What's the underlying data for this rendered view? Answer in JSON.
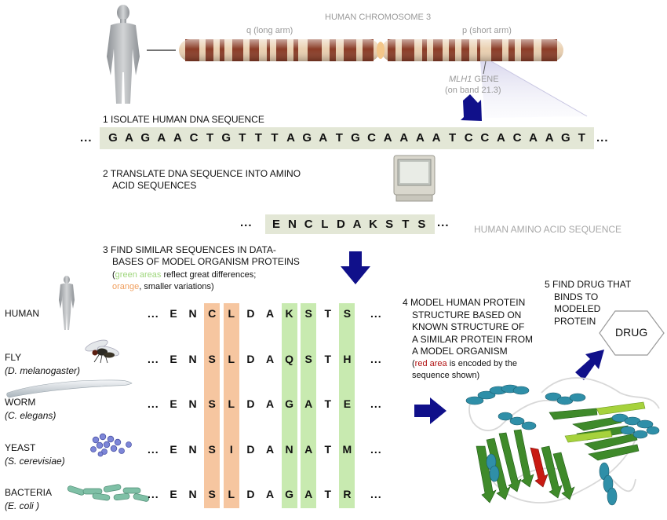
{
  "chromosome": {
    "title": "HUMAN CHROMOSOME 3",
    "q_label": "q (long arm)",
    "p_label": "p (short arm)",
    "gene_label_italic": "MLH1",
    "gene_label_rest": " GENE",
    "gene_band": "(on band 21.3)"
  },
  "steps": {
    "s1": "1  ISOLATE HUMAN DNA SEQUENCE",
    "s2_line1": "2  TRANSLATE DNA SEQUENCE INTO AMINO",
    "s2_line2": "ACID SEQUENCES",
    "s3_line1": "3  FIND SIMILAR SEQUENCES IN DATA-",
    "s3_line2": "BASES OF MODEL ORGANISM PROTEINS",
    "s3_note_open": "(",
    "s3_note_green": "green areas",
    "s3_note_mid": " reflect great differences;",
    "s3_note_orange": "orange",
    "s3_note_end": ", smaller variations)",
    "s4_lines": [
      "4  MODEL HUMAN PROTEIN",
      "STRUCTURE BASED ON",
      "KNOWN STRUCTURE OF",
      "A SIMILAR PROTEIN FROM",
      "A MODEL ORGANISM"
    ],
    "s4_note_open": "(",
    "s4_note_red": "red area",
    "s4_note_rest": " is encoded by the",
    "s4_note_line2": "sequence shown)",
    "s5_lines": [
      "5  FIND DRUG THAT",
      "BINDS TO",
      "MODELED",
      "PROTEIN"
    ]
  },
  "dna": {
    "leading": "...",
    "trailing": "...",
    "letters": [
      "G",
      "A",
      "G",
      "A",
      "A",
      "C",
      "T",
      "G",
      "T",
      "T",
      "T",
      "A",
      "G",
      "A",
      "T",
      "G",
      "C",
      "A",
      "A",
      "A",
      "A",
      "T",
      "C",
      "C",
      "A",
      "C",
      "A",
      "A",
      "G",
      "T"
    ]
  },
  "amino_human": {
    "leading": "...",
    "trailing": "...",
    "letters": [
      "E",
      "N",
      "C",
      "L",
      "D",
      "A",
      "K",
      "S",
      "T",
      "S"
    ],
    "caption": "HUMAN AMINO ACID SEQUENCE"
  },
  "alignment": {
    "orange_columns": [
      2,
      3
    ],
    "green_columns": [
      6,
      7,
      9
    ],
    "rows": [
      {
        "name": "HUMAN",
        "species": "",
        "letters": [
          "E",
          "N",
          "C",
          "L",
          "D",
          "A",
          "K",
          "S",
          "T",
          "S"
        ]
      },
      {
        "name": "FLY",
        "species": "(D. melanogaster)",
        "letters": [
          "E",
          "N",
          "S",
          "L",
          "D",
          "A",
          "Q",
          "S",
          "T",
          "H"
        ]
      },
      {
        "name": "WORM",
        "species": "(C. elegans)",
        "letters": [
          "E",
          "N",
          "S",
          "L",
          "D",
          "A",
          "G",
          "A",
          "T",
          "E"
        ]
      },
      {
        "name": "YEAST",
        "species": "(S. cerevisiae)",
        "letters": [
          "E",
          "N",
          "S",
          "I",
          "D",
          "A",
          "N",
          "A",
          "T",
          "M"
        ]
      },
      {
        "name": "BACTERIA",
        "species": "(E. coli )",
        "letters": [
          "E",
          "N",
          "S",
          "L",
          "D",
          "A",
          "G",
          "A",
          "T",
          "R"
        ]
      }
    ],
    "leading": "...",
    "trailing": "..."
  },
  "drug": {
    "label": "DRUG"
  },
  "colors": {
    "arrow": "#10108a",
    "orange": "#f6c6a0",
    "green": "#c8eab0",
    "green_text": "#9fd67c",
    "orange_text": "#f0a060",
    "red_text": "#b01010",
    "band_bg": "#e3e7d6"
  },
  "icons": [
    "human-figure-icon",
    "computer-icon",
    "fly-icon",
    "worm-icon",
    "yeast-icon",
    "bacteria-icon",
    "protein-structure-icon",
    "drug-hexagon-icon",
    "down-arrow-icon",
    "right-arrow-icon",
    "diagonal-arrow-icon"
  ]
}
